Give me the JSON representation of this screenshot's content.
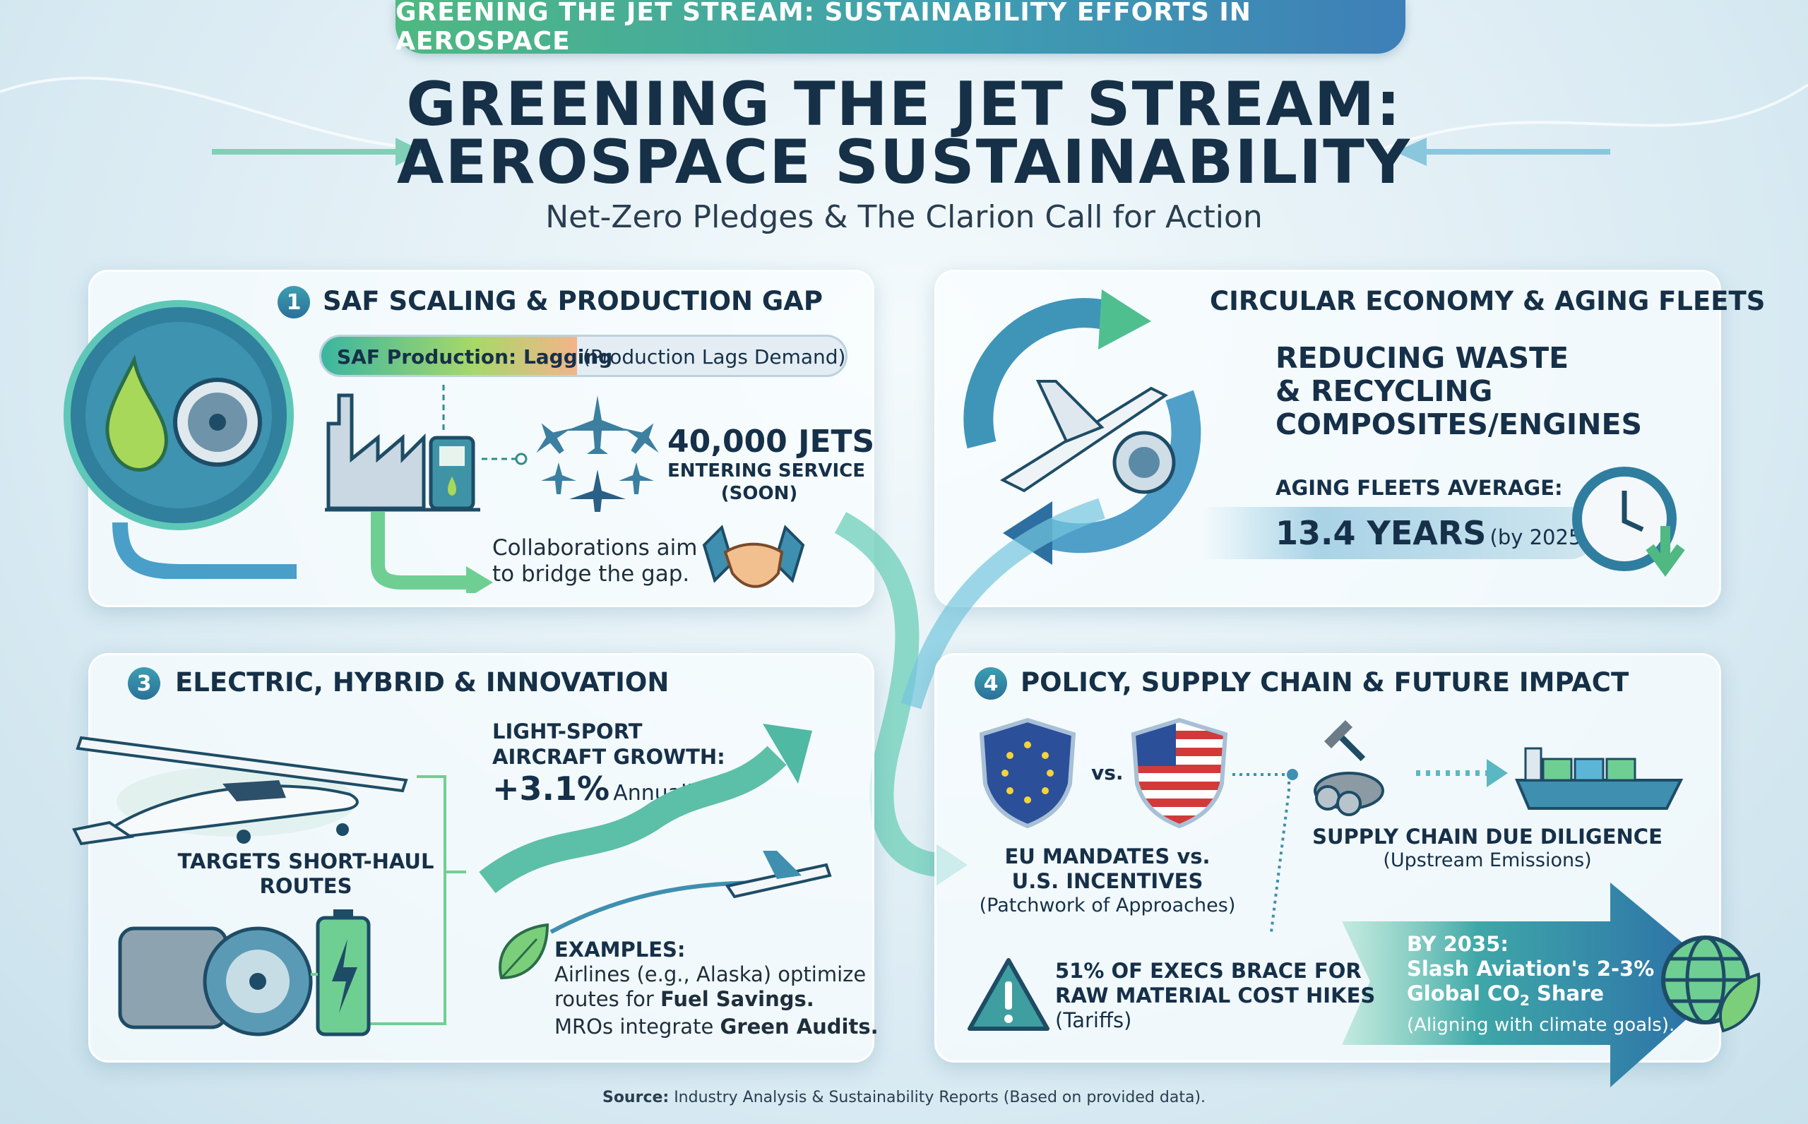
{
  "banner": "GREENING THE JET STREAM: SUSTAINABILITY EFFORTS IN AEROSPACE",
  "title": {
    "line1": "GREENING THE JET STREAM:",
    "line2": "AEROSPACE SUSTAINABILITY"
  },
  "subtitle": "Net-Zero Pledges & The Clarion Call for Action",
  "panel1": {
    "number": "1",
    "title": "SAF SCALING & PRODUCTION GAP",
    "status_label": "SAF Production: Lagging",
    "status_note": "(Production Lags Demand)",
    "jets_count": "40,000 JETS",
    "jets_line2": "ENTERING SERVICE",
    "jets_line3": "(SOON)",
    "collab_line1": "Collaborations aim",
    "collab_line2": "to bridge the gap."
  },
  "panel2": {
    "title": "CIRCULAR ECONOMY & AGING FLEETS",
    "heading_line1": "REDUCING WASTE",
    "heading_line2": "& RECYCLING",
    "heading_line3": "COMPOSITES/ENGINES",
    "aging_label": "AGING FLEETS AVERAGE:",
    "aging_value": "13.4 YEARS",
    "aging_note": "(by 2025)"
  },
  "panel3": {
    "number": "3",
    "title": "ELECTRIC, HYBRID & INNOVATION",
    "targets_line1": "TARGETS SHORT-HAUL",
    "targets_line2": "ROUTES",
    "growth_line1": "LIGHT-SPORT",
    "growth_line2": "AIRCRAFT GROWTH:",
    "growth_value": "+3.1%",
    "growth_unit": "Annually",
    "examples_label": "EXAMPLES:",
    "ex1_a": "Airlines (e.g., Alaska) optimize",
    "ex1_b": "routes for ",
    "ex1_bold": "Fuel Savings.",
    "ex2_a": "MROs integrate ",
    "ex2_bold": "Green Audits."
  },
  "panel4": {
    "number": "4",
    "title": "POLICY, SUPPLY CHAIN & FUTURE IMPACT",
    "vs": "vs.",
    "mandates_line1": "EU MANDATES vs.",
    "mandates_line2": "U.S. INCENTIVES",
    "mandates_note": "(Patchwork of Approaches)",
    "supply_title": "SUPPLY CHAIN DUE DILIGENCE",
    "supply_note": "(Upstream Emissions)",
    "execs_line1": "51% OF EXECS BRACE FOR",
    "execs_line2": "RAW MATERIAL COST HIKES",
    "execs_note": "(Tariffs)",
    "goal_line1": "BY 2035:",
    "goal_line2": "Slash Aviation's 2-3%",
    "goal_line3a": "Global CO",
    "goal_line3sub": "2",
    "goal_line3b": " Share",
    "goal_line4": "(Aligning with climate goals)."
  },
  "source": {
    "label": "Source:",
    "text": " Industry Analysis & Sustainability Reports (Based on provided data)."
  },
  "colors": {
    "navy": "#153047",
    "teal": "#2b7f98",
    "green": "#5bbf7a",
    "blue": "#3e7fb8"
  }
}
